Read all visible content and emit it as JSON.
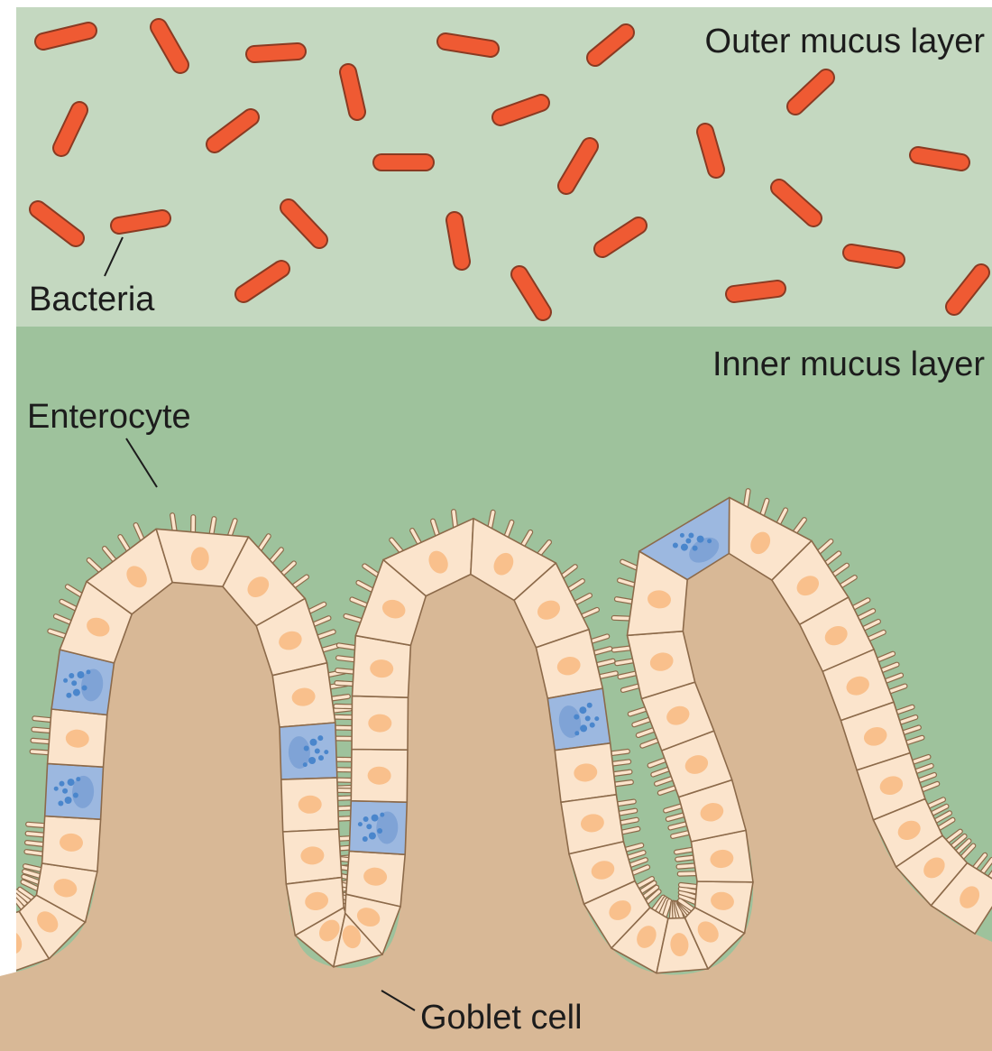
{
  "labels": {
    "outer_mucus": "Outer mucus layer",
    "inner_mucus": "Inner mucus layer",
    "bacteria": "Bacteria",
    "enterocyte": "Enterocyte",
    "goblet_cell": "Goblet cell"
  },
  "colors": {
    "outer_mucus": "#c4d8c0",
    "inner_mucus": "#9ec29c",
    "tissue": "#d8b896",
    "bacteria": "#ef5a33",
    "enterocyte": "#fbe4cc",
    "enterocyte_nucleus": "#f9c08c",
    "goblet_cell": "#9cb8e0",
    "goblet_granules": "#4a86cc",
    "microvilli": "#fbe4cc",
    "outline": "#8c6a4a"
  }
}
